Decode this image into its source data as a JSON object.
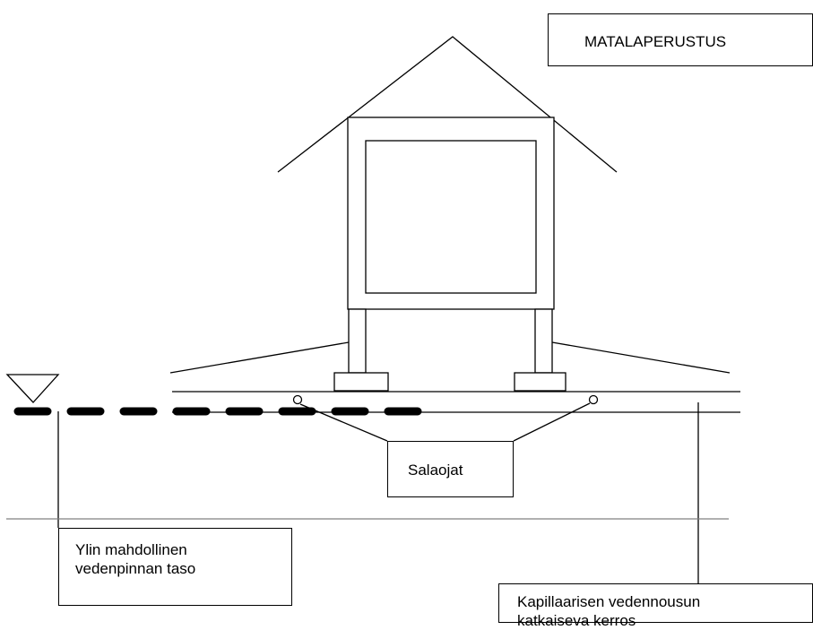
{
  "title": "MATALAPERUSTUS",
  "labels": {
    "drains": "Salaojat",
    "water_level_line1": "Ylin mahdollinen",
    "water_level_line2": "vedenpinnan taso",
    "capillary_line1": "Kapillaarisen vedennousun",
    "capillary_line2": "katkaiseva kerros"
  },
  "colors": {
    "stroke": "#000000",
    "ground_line": "#808080",
    "background": "#ffffff"
  }
}
